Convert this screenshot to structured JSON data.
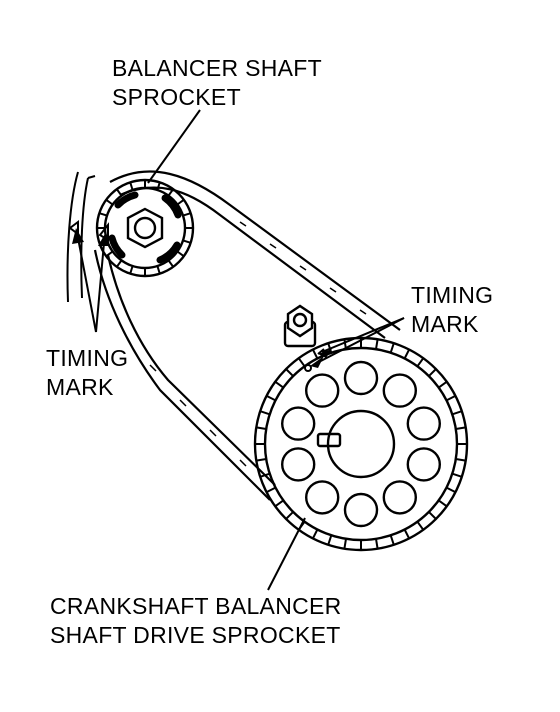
{
  "labels": {
    "balancer_sprocket": {
      "line1": "BALANCER SHAFT",
      "line2": "SPROCKET"
    },
    "timing_mark_right": {
      "line1": "TIMING",
      "line2": "MARK"
    },
    "timing_mark_left": {
      "line1": "TIMING",
      "line2": "MARK"
    },
    "crankshaft_sprocket": {
      "line1": "CRANKSHAFT BALANCER",
      "line2": "SHAFT DRIVE SPROCKET"
    }
  },
  "colors": {
    "ink": "#000000",
    "paper": "#ffffff"
  }
}
